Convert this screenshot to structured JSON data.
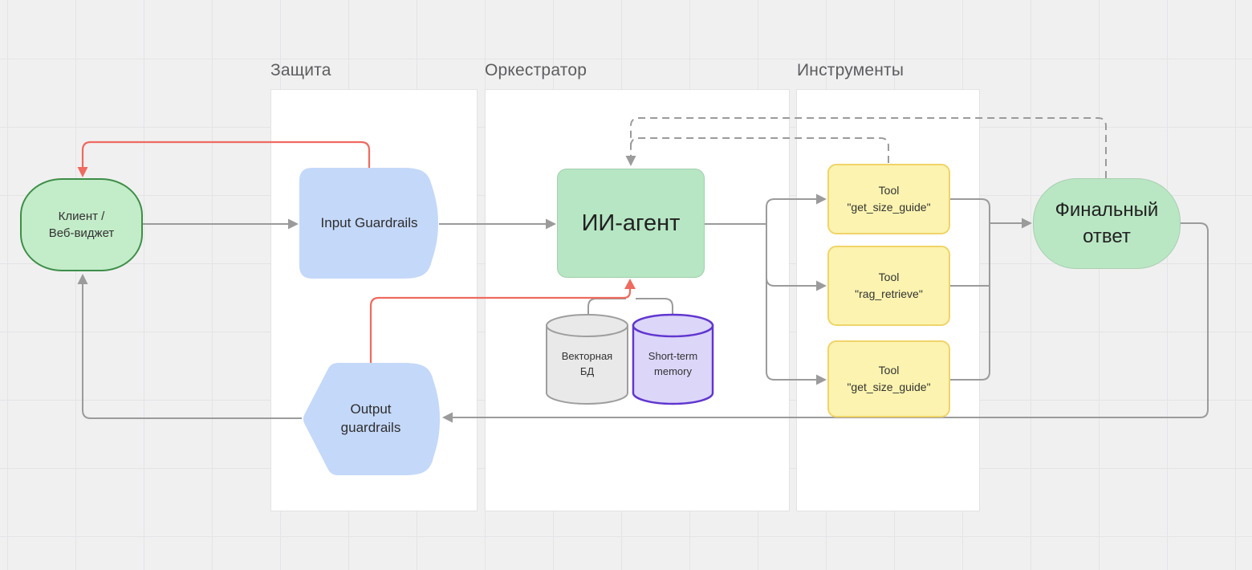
{
  "sections": {
    "protection": {
      "label": "Защита"
    },
    "orchestrator": {
      "label": "Оркестратор"
    },
    "tools": {
      "label": "Инструменты"
    }
  },
  "nodes": {
    "client": {
      "line1": "Клиент /",
      "line2": "Веб-виджет"
    },
    "input_guardrails": {
      "label": "Input Guardrails"
    },
    "output_guardrails": {
      "line1": "Output",
      "line2": "guardrails"
    },
    "agent": {
      "label": "ИИ-агент"
    },
    "vector_db": {
      "line1": "Векторная",
      "line2": "БД"
    },
    "short_term_memory": {
      "line1": "Short-term",
      "line2": "memory"
    },
    "tool_1": {
      "line1": "Tool",
      "line2": "\"get_size_guide\""
    },
    "tool_2": {
      "line1": "Tool",
      "line2": "\"rag_retrieve\""
    },
    "tool_3": {
      "line1": "Tool",
      "line2": "\"get_size_guide\""
    },
    "final_answer": {
      "line1": "Финальный",
      "line2": "ответ"
    }
  },
  "colors": {
    "client_fill": "#c3ecc9",
    "client_border": "#3e8e47",
    "agent_fill": "#b6e6c3",
    "agent_border": "#a3cfad",
    "guardrail_fill": "#c4d8f9",
    "tool_fill": "#fbf3af",
    "tool_border": "#f0d469",
    "vector_db_fill": "#e9e9e9",
    "vector_db_border": "#9e9e9e",
    "memory_fill": "#dcd6f9",
    "memory_border": "#6036cf",
    "final_fill": "#b9e7c3",
    "connector_gray": "#9b9b9b",
    "connector_red": "#ef6a5f",
    "canvas_bg": "#f0f0f1",
    "panel_bg": "#ffffff"
  }
}
